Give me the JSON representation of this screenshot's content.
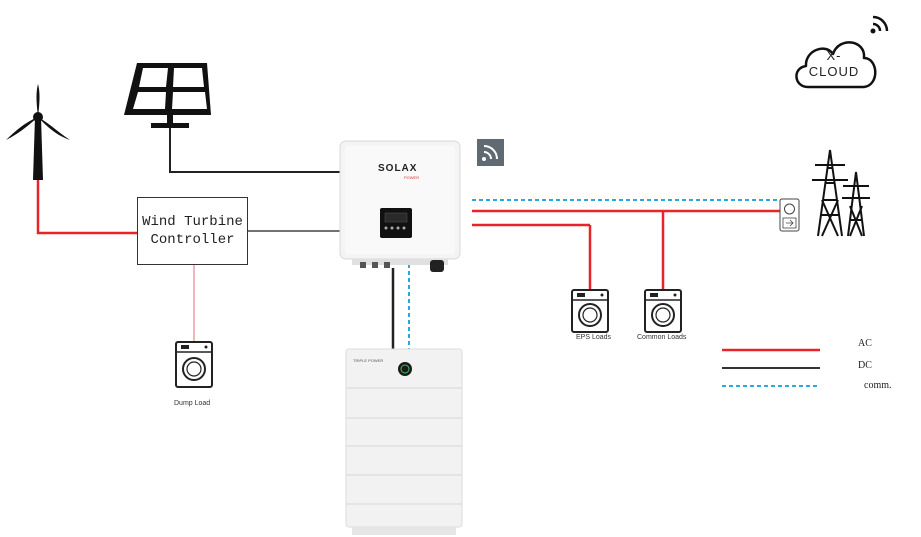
{
  "controller": {
    "line1": "Wind Turbine",
    "line2": "Controller"
  },
  "inverter": {
    "brand": "SOLAX",
    "sub": "POWER"
  },
  "battery": {
    "brand": "TRIPLE POWER"
  },
  "loads": {
    "dump": "Dump Load",
    "eps": "EPS Loads",
    "common": "Common Loads"
  },
  "cloud": {
    "line1": "X-",
    "line2": "CLOUD"
  },
  "legend": {
    "ac": "AC",
    "dc": "DC",
    "comm": "comm."
  },
  "colors": {
    "ac": "#e8232a",
    "dc": "#222222",
    "comm": "#2aa8e0"
  },
  "icons": [
    "wind-turbine-icon",
    "solar-panel-icon",
    "wifi-icon",
    "cloud-icon",
    "grid-tower-icon",
    "meter-icon",
    "washing-machine-icon",
    "wifi-dongle-icon"
  ]
}
